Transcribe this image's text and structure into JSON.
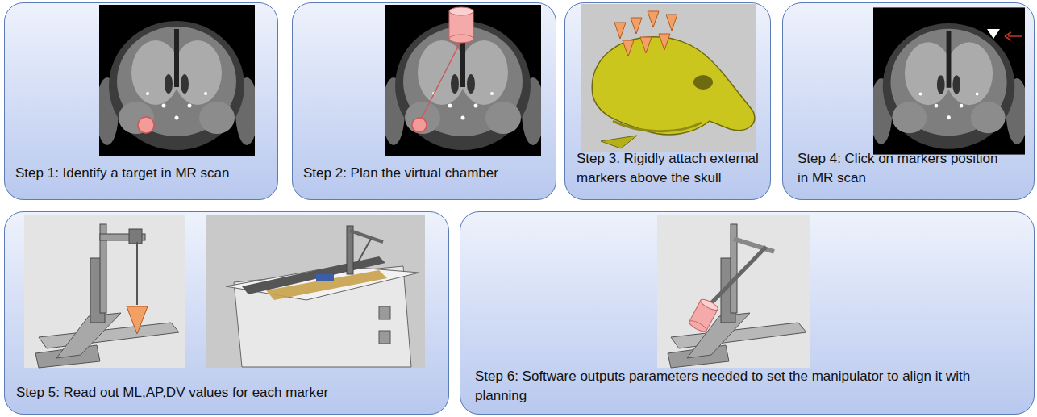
{
  "diagram": {
    "nodes": [
      {
        "text": [
          "Step 1: Identify a target in MR scan"
        ]
      },
      {
        "text": [
          "Step 2: Plan the virtual chamber"
        ]
      },
      {
        "text": [
          "Step 3. Rigidly attach external markers above the skull"
        ]
      },
      {
        "text": [
          "Step 4: Click on markers position in MR scan"
        ]
      },
      {
        "text": [
          "Step 5: Read out ML,AP,DV values for each marker"
        ]
      },
      {
        "text": [
          "Step 6: Software outputs parameters needed to set the manipulator to align it with planning"
        ]
      }
    ]
  }
}
